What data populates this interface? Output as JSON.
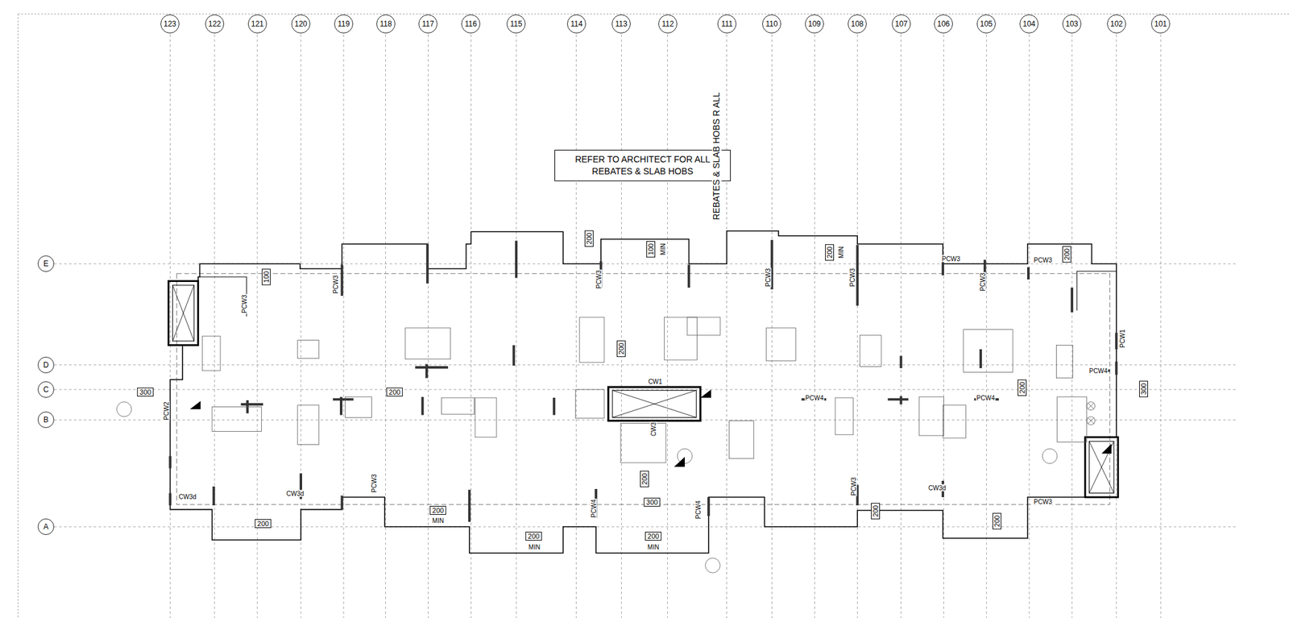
{
  "diagram": {
    "nodes": [
      {
        "text": [
          "123"
        ]
      },
      {
        "text": [
          "122"
        ]
      },
      {
        "text": [
          "121"
        ]
      },
      {
        "text": [
          "120"
        ]
      },
      {
        "text": [
          "119"
        ]
      },
      {
        "text": [
          "118"
        ]
      },
      {
        "text": [
          "117"
        ]
      },
      {
        "text": [
          "116"
        ]
      },
      {
        "text": [
          "115"
        ]
      },
      {
        "text": [
          "114"
        ]
      },
      {
        "text": [
          "113"
        ]
      },
      {
        "text": [
          "112"
        ]
      },
      {
        "text": [
          "111"
        ]
      },
      {
        "text": [
          "110"
        ]
      },
      {
        "text": [
          "109"
        ]
      },
      {
        "text": [
          "108"
        ]
      },
      {
        "text": [
          "107"
        ]
      },
      {
        "text": [
          "106"
        ]
      },
      {
        "text": [
          "105"
        ]
      },
      {
        "text": [
          "104"
        ]
      },
      {
        "text": [
          "103"
        ]
      },
      {
        "text": [
          "102"
        ]
      },
      {
        "text": [
          "101"
        ]
      },
      {
        "text": [
          "REFER TO ARCHITECT FOR ALL REBATES & SLAB HOBS"
        ]
      },
      {
        "text": [
          "E"
        ]
      },
      {
        "text": [
          "D"
        ]
      },
      {
        "text": [
          "C"
        ]
      },
      {
        "text": [
          "B"
        ]
      },
      {
        "text": [
          "A"
        ]
      }
    ],
    "edges": [],
    "labels": [
      "REBATES & SLAB HOBS R ALL",
      "200",
      "100",
      "MIN",
      "200",
      "MIN",
      "100",
      "200",
      "PCW3",
      "PCW3",
      "PCW3",
      "PCW3",
      "PCW3",
      "PCW3",
      "PCW3",
      "PCW3",
      "PCW1",
      "CW1",
      "200",
      "300",
      "200",
      "200",
      "300",
      "PCW2",
      "CW3",
      "PCW4",
      "PCW4",
      "PCW4",
      "200",
      "300",
      "200",
      "MIN",
      "200",
      "200",
      "MIN",
      "200",
      "MIN",
      "200",
      "200",
      "PCW3",
      "PCW3",
      "PCW4",
      "PCW4",
      "CW3d",
      "CW3d",
      "CW3d",
      "PCW3"
    ]
  }
}
